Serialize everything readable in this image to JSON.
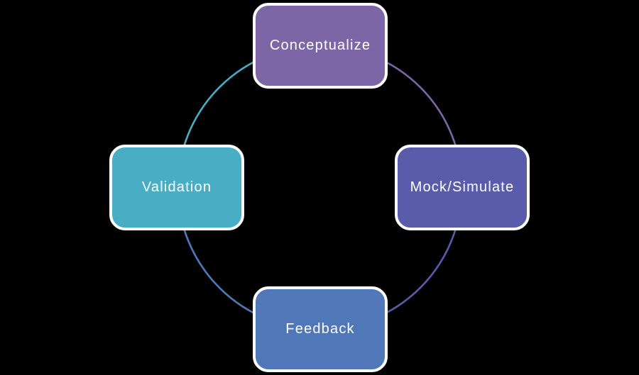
{
  "diagram": {
    "type": "cycle",
    "background_color": "#000000",
    "node_border_color": "#ffffff",
    "node_text_color": "#ffffff",
    "nodes": [
      {
        "id": "conceptualize",
        "label": "Conceptualize",
        "color": "#7c66a6",
        "position": "top"
      },
      {
        "id": "mock-simulate",
        "label": "Mock/Simulate",
        "color": "#5b5bab",
        "position": "right"
      },
      {
        "id": "feedback",
        "label": "Feedback",
        "color": "#5078b8",
        "position": "bottom"
      },
      {
        "id": "validation",
        "label": "Validation",
        "color": "#49adc5",
        "position": "left"
      }
    ],
    "arcs": [
      {
        "from": "Conceptualize",
        "to": "Mock/Simulate",
        "color": "#7c66a6"
      },
      {
        "from": "Mock/Simulate",
        "to": "Feedback",
        "color": "#5b5bab"
      },
      {
        "from": "Feedback",
        "to": "Validation",
        "color": "#5078b8"
      },
      {
        "from": "Validation",
        "to": "Conceptualize",
        "color": "#49adc5"
      }
    ]
  }
}
